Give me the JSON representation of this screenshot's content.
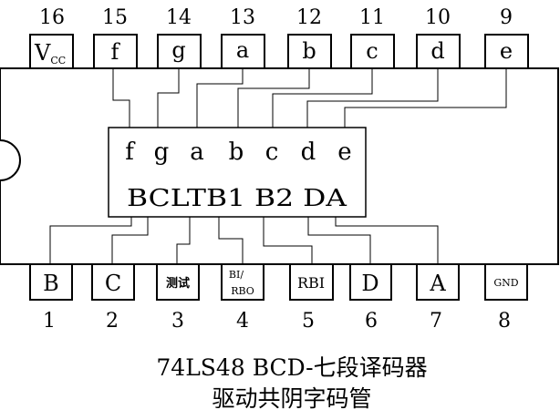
{
  "top_pins": [
    {
      "number": "16",
      "label": "V",
      "sub": "CC"
    },
    {
      "number": "15",
      "label": "f"
    },
    {
      "number": "14",
      "label": "g"
    },
    {
      "number": "13",
      "label": "a"
    },
    {
      "number": "12",
      "label": "b"
    },
    {
      "number": "11",
      "label": "c"
    },
    {
      "number": "10",
      "label": "d"
    },
    {
      "number": "9",
      "label": "e"
    }
  ],
  "bottom_pins": [
    {
      "number": "1",
      "label": "B"
    },
    {
      "number": "2",
      "label": "C"
    },
    {
      "number": "3",
      "label": "测试"
    },
    {
      "number": "4",
      "label": "BI/",
      "label2": "RBO"
    },
    {
      "number": "5",
      "label": "RBI"
    },
    {
      "number": "6",
      "label": "D"
    },
    {
      "number": "7",
      "label": "A"
    },
    {
      "number": "8",
      "label": "GND"
    }
  ],
  "inner_top_labels": [
    "f",
    "g",
    "a",
    "b",
    "c",
    "d",
    "e"
  ],
  "inner_bottom_text": "BCLTB1 B2 DA",
  "caption": {
    "line1": "74LS48 BCD-七段译码器",
    "line2": "驱动共阴字码管"
  }
}
